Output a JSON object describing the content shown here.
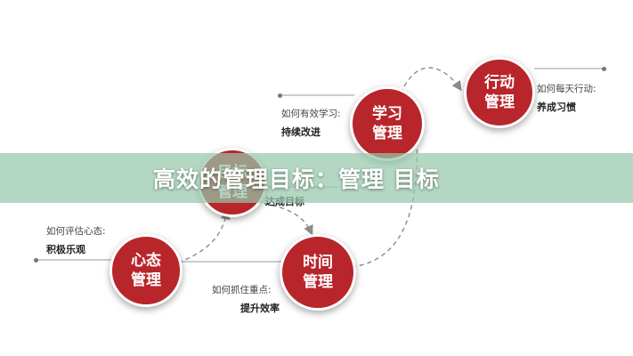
{
  "banner": {
    "title": "高效的管理目标：管理 目标"
  },
  "nodes": {
    "action": {
      "line1": "行动",
      "line2": "管理",
      "q": "如何每天行动:",
      "a": "养成习惯"
    },
    "study": {
      "line1": "学习",
      "line2": "管理",
      "q": "如何有效学习:",
      "a": "持续改进"
    },
    "goal": {
      "line1": "目标",
      "line2": "管理",
      "q": "",
      "a": "达成目标"
    },
    "mind": {
      "line1": "心态",
      "line2": "管理",
      "q": "如何评估心态:",
      "a": "积极乐观"
    },
    "time": {
      "line1": "时间",
      "line2": "管理",
      "q": "如何抓住重点:",
      "a": "提升效率"
    }
  },
  "colors": {
    "node_red": "#b8252b",
    "node_border": "#ffffff",
    "connector": "#8c8c8c",
    "banner_bg": "#96c8aa"
  }
}
